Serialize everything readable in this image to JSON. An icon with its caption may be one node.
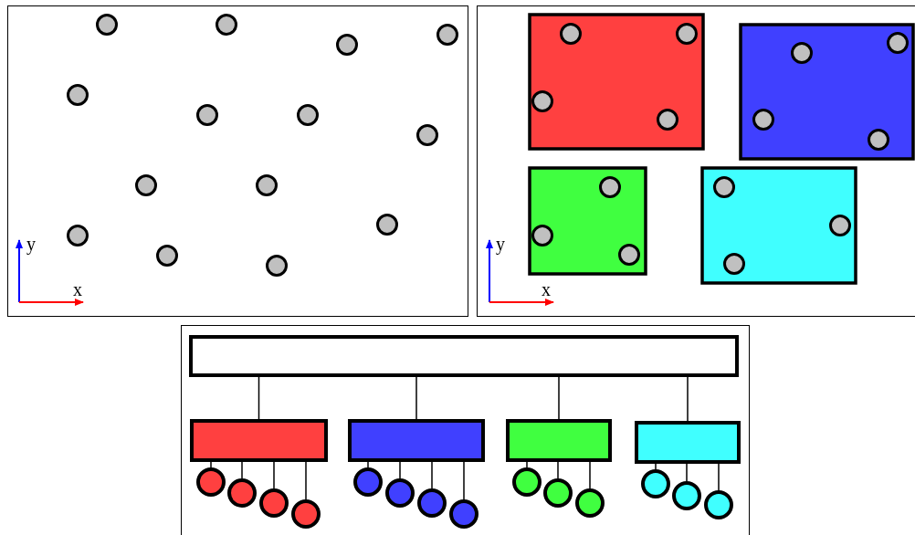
{
  "diagram": {
    "nodes": [
      {
        "text": [],
        "shape": "box"
      },
      {
        "text": [],
        "shape": "box"
      },
      {
        "text": [],
        "shape": "box"
      },
      {
        "text": [],
        "shape": "box"
      },
      {
        "text": [],
        "shape": "box"
      },
      {
        "text": [],
        "shape": "circle"
      },
      {
        "text": [],
        "shape": "circle"
      },
      {
        "text": [],
        "shape": "circle"
      },
      {
        "text": [],
        "shape": "circle"
      },
      {
        "text": [],
        "shape": "circle"
      },
      {
        "text": [],
        "shape": "circle"
      },
      {
        "text": [],
        "shape": "circle"
      },
      {
        "text": [],
        "shape": "circle"
      },
      {
        "text": [],
        "shape": "circle"
      },
      {
        "text": [],
        "shape": "circle"
      },
      {
        "text": [],
        "shape": "circle"
      },
      {
        "text": [],
        "shape": "circle"
      },
      {
        "text": [],
        "shape": "circle"
      },
      {
        "text": [],
        "shape": "circle"
      }
    ],
    "edges": [
      {
        "from": 0,
        "to": 1,
        "arrow": "none"
      },
      {
        "from": 0,
        "to": 2,
        "arrow": "none"
      },
      {
        "from": 0,
        "to": 3,
        "arrow": "none"
      },
      {
        "from": 0,
        "to": 4,
        "arrow": "none"
      },
      {
        "from": 1,
        "to": 5,
        "arrow": "none"
      },
      {
        "from": 1,
        "to": 6,
        "arrow": "none"
      },
      {
        "from": 1,
        "to": 7,
        "arrow": "none"
      },
      {
        "from": 1,
        "to": 8,
        "arrow": "none"
      },
      {
        "from": 2,
        "to": 9,
        "arrow": "none"
      },
      {
        "from": 2,
        "to": 10,
        "arrow": "none"
      },
      {
        "from": 2,
        "to": 11,
        "arrow": "none"
      },
      {
        "from": 2,
        "to": 12,
        "arrow": "none"
      },
      {
        "from": 3,
        "to": 13,
        "arrow": "none"
      },
      {
        "from": 3,
        "to": 14,
        "arrow": "none"
      },
      {
        "from": 3,
        "to": 15,
        "arrow": "none"
      },
      {
        "from": 4,
        "to": 16,
        "arrow": "none"
      },
      {
        "from": 4,
        "to": 17,
        "arrow": "none"
      },
      {
        "from": 4,
        "to": 18,
        "arrow": "none"
      }
    ],
    "labels": [
      "y",
      "x",
      "y",
      "x"
    ]
  }
}
